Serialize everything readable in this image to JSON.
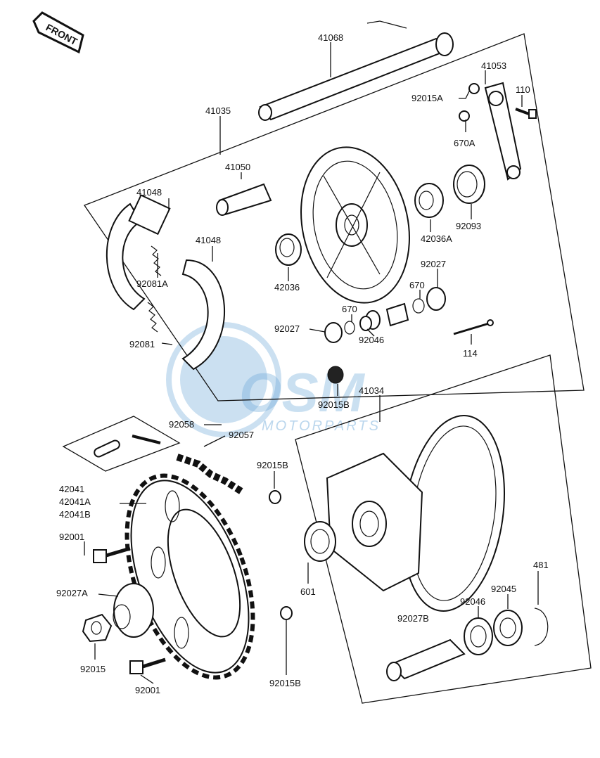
{
  "front_badge": "FRONT",
  "watermark": {
    "logo": "OSM",
    "subtitle": "MOTORPARTS"
  },
  "labels": {
    "l41068": "41068",
    "l41053": "41053",
    "l92015A": "92015A",
    "l110": "110",
    "l41035": "41035",
    "l670A": "670A",
    "l41050": "41050",
    "l41048a": "41048",
    "l41048b": "41048",
    "l92093": "92093",
    "l42036A": "42036A",
    "l92081A": "92081A",
    "l92027a": "92027",
    "l42036": "42036",
    "l670a": "670",
    "l670b": "670",
    "l92027b": "92027",
    "l92046a": "92046",
    "l92081": "92081",
    "l114": "114",
    "l41034": "41034",
    "l92015B_a": "92015B",
    "l92058": "92058",
    "l92057": "92057",
    "l92015B_b": "92015B",
    "l42041": "42041",
    "l42041A": "42041A",
    "l42041B": "42041B",
    "l92001a": "92001",
    "l92027A": "92027A",
    "l601": "601",
    "l481": "481",
    "l92045": "92045",
    "l92046b": "92046",
    "l92027B": "92027B",
    "l92015": "92015",
    "l92001b": "92001",
    "l92015B_c": "92015B"
  }
}
